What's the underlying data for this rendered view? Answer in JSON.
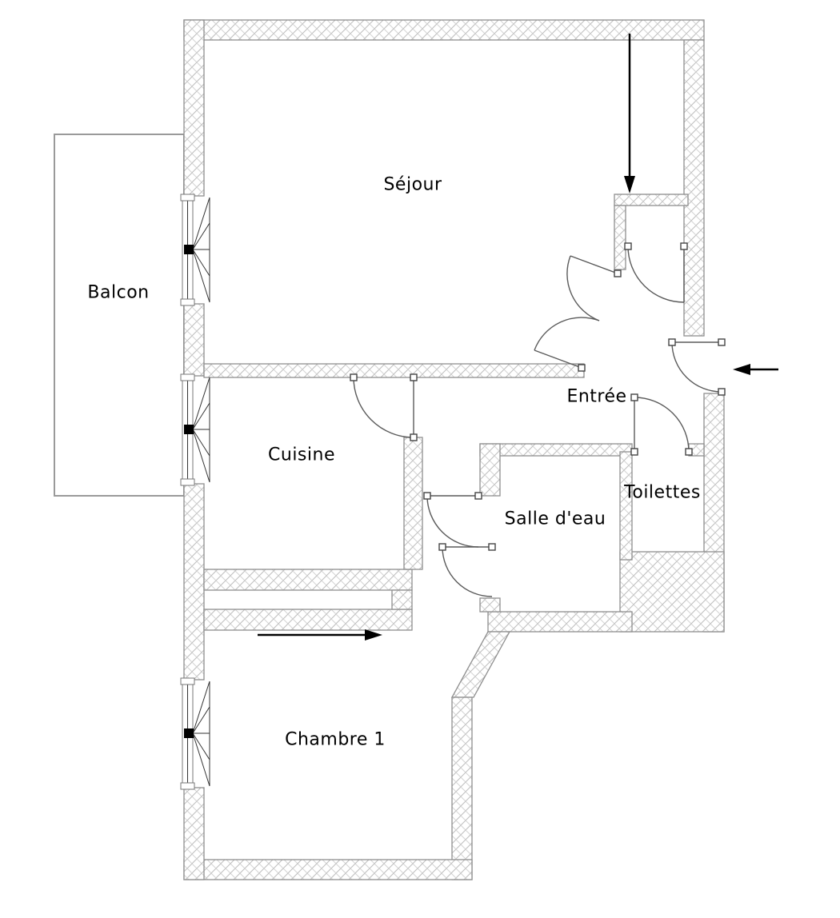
{
  "rooms": {
    "sejour": {
      "label": "Séjour"
    },
    "balcon": {
      "label": "Balcon"
    },
    "cuisine": {
      "label": "Cuisine"
    },
    "entree": {
      "label": "Entrée"
    },
    "toilettes": {
      "label": "Toilettes"
    },
    "salle_deau": {
      "label": "Salle d'eau"
    },
    "chambre1": {
      "label": "Chambre 1"
    }
  },
  "icons": {
    "top_entry_arrow": "arrow-down",
    "side_entry_arrow": "arrow-left",
    "passage_arrow": "arrow-right"
  },
  "colors": {
    "background": "#ffffff",
    "wall_hatch": "#bdbdbd",
    "wall_outline": "#8f8f8f",
    "door_line": "#5a5a5a",
    "window_line": "#222222",
    "arrow": "#000000",
    "label_text": "#000000"
  }
}
